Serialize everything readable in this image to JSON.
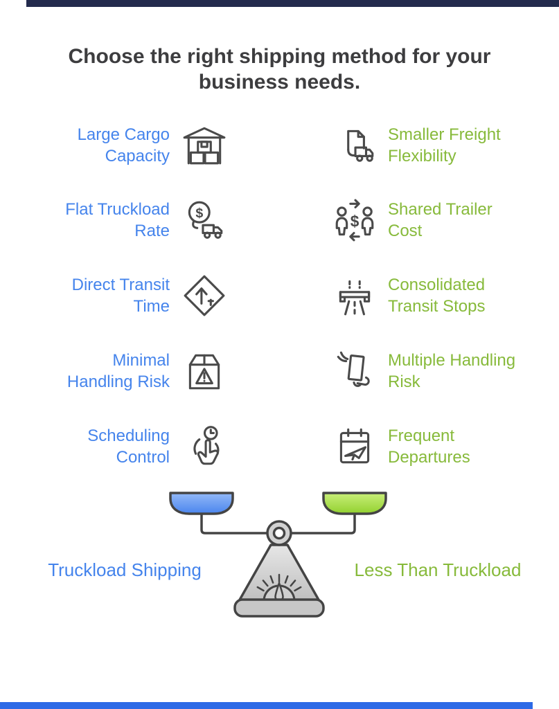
{
  "colors": {
    "blue": "#4584ec",
    "green": "#87ba3b",
    "titlecolor": "#3d3d3f",
    "topbar": "#232b4d",
    "bottombar": "#2d6ae6",
    "pan_left": "#4a85ee",
    "pan_right": "#92d02f",
    "icon_stroke": "#4a4a4a"
  },
  "title": {
    "lines": [
      "Choose the right shipping method for your",
      "business needs."
    ],
    "full": "Choose the right shipping method for your business needs."
  },
  "rows": [
    {
      "left": {
        "label": "Large Cargo Capacity",
        "icon": "warehouse-boxes-icon"
      },
      "right": {
        "label": "Smaller Freight Flexibility",
        "icon": "package-truck-icon"
      }
    },
    {
      "left": {
        "label": "Flat Truckload Rate",
        "icon": "dollar-coin-truck-icon"
      },
      "right": {
        "label": "Shared Trailer Cost",
        "icon": "people-sharing-cost-icon"
      }
    },
    {
      "left": {
        "label": "Direct Transit Time",
        "icon": "transit-diamond-sign-icon"
      },
      "right": {
        "label": "Consolidated Transit Stops",
        "icon": "highway-overpass-icon"
      }
    },
    {
      "left": {
        "label": "Minimal Handling Risk",
        "icon": "box-warning-icon"
      },
      "right": {
        "label": "Multiple Handling Risk",
        "icon": "hands-handling-icon"
      }
    },
    {
      "left": {
        "label": "Scheduling Control",
        "icon": "tap-finger-clock-icon"
      },
      "right": {
        "label": "Frequent Departures",
        "icon": "calendar-plane-icon"
      }
    }
  ],
  "scale": {
    "left_label": "Truckload Shipping",
    "right_label": "Less Than Truckload"
  }
}
